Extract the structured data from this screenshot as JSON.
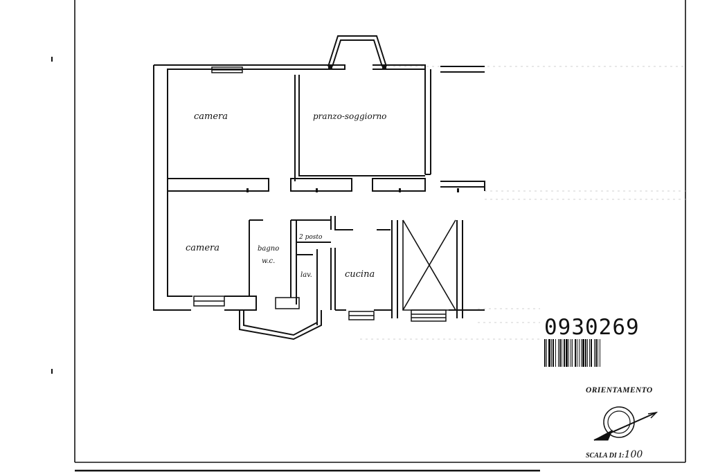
{
  "rooms": {
    "camera_top": "camera",
    "pranzo": "pranzo-soggiorno",
    "camera_bottom": "camera",
    "bagno_1": "bagno",
    "bagno_2": "w.c.",
    "ripostiglio": "2 posto",
    "lav": "lav.",
    "cucina": "cucina"
  },
  "doc": {
    "code": "0930269",
    "orientation_label": "ORIENTAMENTO",
    "scale_label": "SCALA DI 1:",
    "scale_value": "100"
  },
  "colors": {
    "ink": "#111111",
    "paper": "#ffffff",
    "faint": "#cfcfcf"
  },
  "icons": {
    "compass": "compass-icon",
    "barcode": "barcode-icon"
  }
}
